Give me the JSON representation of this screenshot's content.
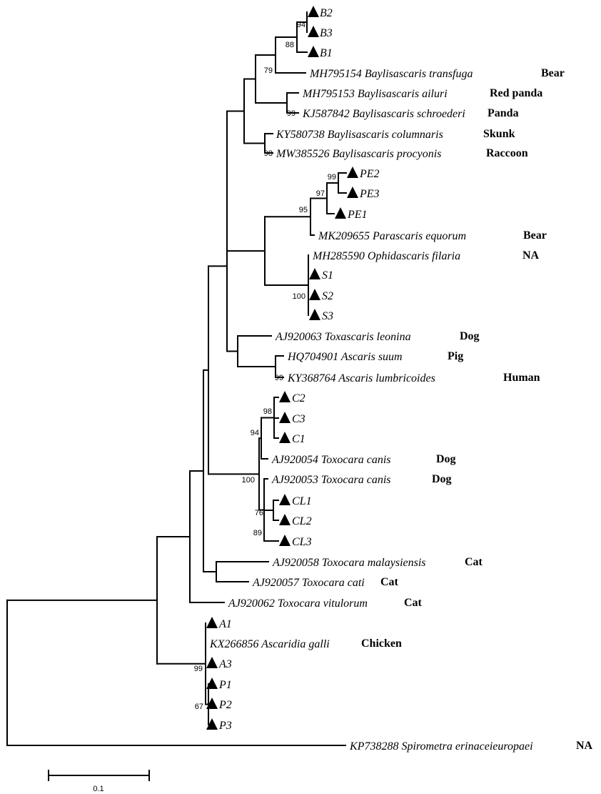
{
  "leaves": [
    {
      "id": "B2",
      "marked": true,
      "label": "B2",
      "host": ""
    },
    {
      "id": "B3",
      "marked": true,
      "label": "B3",
      "host": ""
    },
    {
      "id": "B1",
      "marked": true,
      "label": "B1",
      "host": ""
    },
    {
      "id": "MH795154",
      "marked": false,
      "label": "MH795154 Baylisascaris transfuga",
      "host": "Bear"
    },
    {
      "id": "MH795153",
      "marked": false,
      "label": "MH795153 Baylisascaris ailuri",
      "host": "Red panda"
    },
    {
      "id": "KJ587842",
      "marked": false,
      "label": "KJ587842 Baylisascaris schroederi",
      "host": "Panda"
    },
    {
      "id": "KY580738",
      "marked": false,
      "label": "KY580738 Baylisascaris columnaris",
      "host": "Skunk"
    },
    {
      "id": "MW385526",
      "marked": false,
      "label": "MW385526 Baylisascaris procyonis",
      "host": "Raccoon"
    },
    {
      "id": "PE2",
      "marked": true,
      "label": "PE2",
      "host": ""
    },
    {
      "id": "PE3",
      "marked": true,
      "label": "PE3",
      "host": ""
    },
    {
      "id": "PE1",
      "marked": true,
      "label": "PE1",
      "host": ""
    },
    {
      "id": "MK209655",
      "marked": false,
      "label": "MK209655 Parascaris equorum",
      "host": "Bear"
    },
    {
      "id": "MH285590",
      "marked": false,
      "label": "MH285590 Ophidascaris filaria",
      "host": "NA"
    },
    {
      "id": "S1",
      "marked": true,
      "label": "S1",
      "host": ""
    },
    {
      "id": "S2",
      "marked": true,
      "label": "S2",
      "host": ""
    },
    {
      "id": "S3",
      "marked": true,
      "label": "S3",
      "host": ""
    },
    {
      "id": "AJ920063",
      "marked": false,
      "label": "AJ920063 Toxascaris leonina",
      "host": "Dog"
    },
    {
      "id": "HQ704901",
      "marked": false,
      "label": "HQ704901 Ascaris suum",
      "host": "Pig"
    },
    {
      "id": "KY368764",
      "marked": false,
      "label": "KY368764 Ascaris lumbricoides",
      "host": "Human"
    },
    {
      "id": "C2",
      "marked": true,
      "label": "C2",
      "host": ""
    },
    {
      "id": "C3",
      "marked": true,
      "label": "C3",
      "host": ""
    },
    {
      "id": "C1",
      "marked": true,
      "label": "C1",
      "host": ""
    },
    {
      "id": "AJ920054",
      "marked": false,
      "label": "AJ920054 Toxocara canis",
      "host": "Dog"
    },
    {
      "id": "AJ920053",
      "marked": false,
      "label": "AJ920053 Toxocara canis",
      "host": "Dog"
    },
    {
      "id": "CL1",
      "marked": true,
      "label": "CL1",
      "host": ""
    },
    {
      "id": "CL2",
      "marked": true,
      "label": "CL2",
      "host": ""
    },
    {
      "id": "CL3",
      "marked": true,
      "label": "CL3",
      "host": ""
    },
    {
      "id": "AJ920058",
      "marked": false,
      "label": "AJ920058 Toxocara malaysiensis",
      "host": "Cat"
    },
    {
      "id": "AJ920057",
      "marked": false,
      "label": "AJ920057 Toxocara cati",
      "host": "Cat"
    },
    {
      "id": "AJ920062",
      "marked": false,
      "label": "AJ920062 Toxocara vitulorum",
      "host": "Cat"
    },
    {
      "id": "A1",
      "marked": true,
      "label": "A1",
      "host": ""
    },
    {
      "id": "KX266856",
      "marked": false,
      "label": "KX266856 Ascaridia galli",
      "host": "Chicken"
    },
    {
      "id": "A3",
      "marked": true,
      "label": "A3",
      "host": ""
    },
    {
      "id": "P1",
      "marked": true,
      "label": "P1",
      "host": ""
    },
    {
      "id": "P2",
      "marked": true,
      "label": "P2",
      "host": ""
    },
    {
      "id": "P3",
      "marked": true,
      "label": "P3",
      "host": ""
    },
    {
      "id": "KP738288",
      "marked": false,
      "label": "KP738288 Spirometra erinaceieuropaei",
      "host": "NA"
    }
  ],
  "bootstrap": {
    "n_b23": "94",
    "n_b": "88",
    "n_bear": "79",
    "n_panda": "99",
    "n_rac": "98",
    "n_pe23": "99",
    "n_pe": "97",
    "n_pe_eq": "95",
    "n_s": "100",
    "n_asc": "99",
    "n_c": "98",
    "n_c_dog": "94",
    "n_tox": "100",
    "n_cl_inner": "76",
    "n_cl": "89",
    "n_a": "99",
    "n_p": "67"
  },
  "scale_bar": {
    "label": "0.1"
  }
}
